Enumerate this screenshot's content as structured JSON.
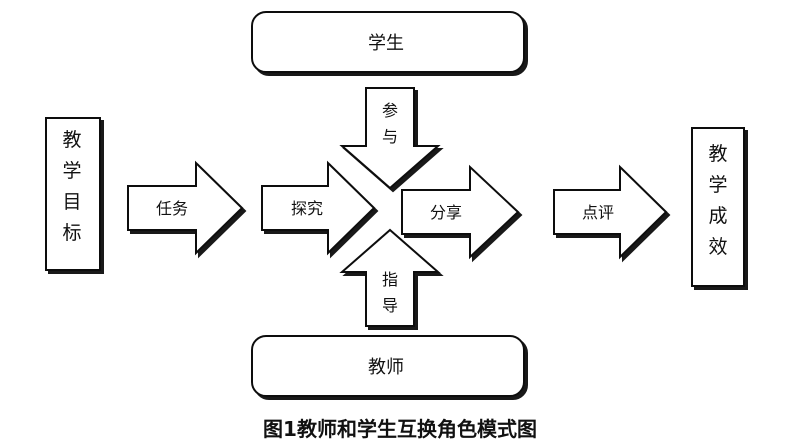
{
  "boxes": {
    "student": "学生",
    "teacher": "教师",
    "teaching_goal": [
      "教",
      "学",
      "目",
      "标"
    ],
    "teaching_result": [
      "教",
      "学",
      "成",
      "效"
    ]
  },
  "arrows": {
    "task": "任务",
    "explore": "探究",
    "share": "分享",
    "review": "点评",
    "participate": [
      "参",
      "与"
    ],
    "guide": [
      "指",
      "导"
    ]
  },
  "caption": "图1教师和学生互换角色模式图"
}
